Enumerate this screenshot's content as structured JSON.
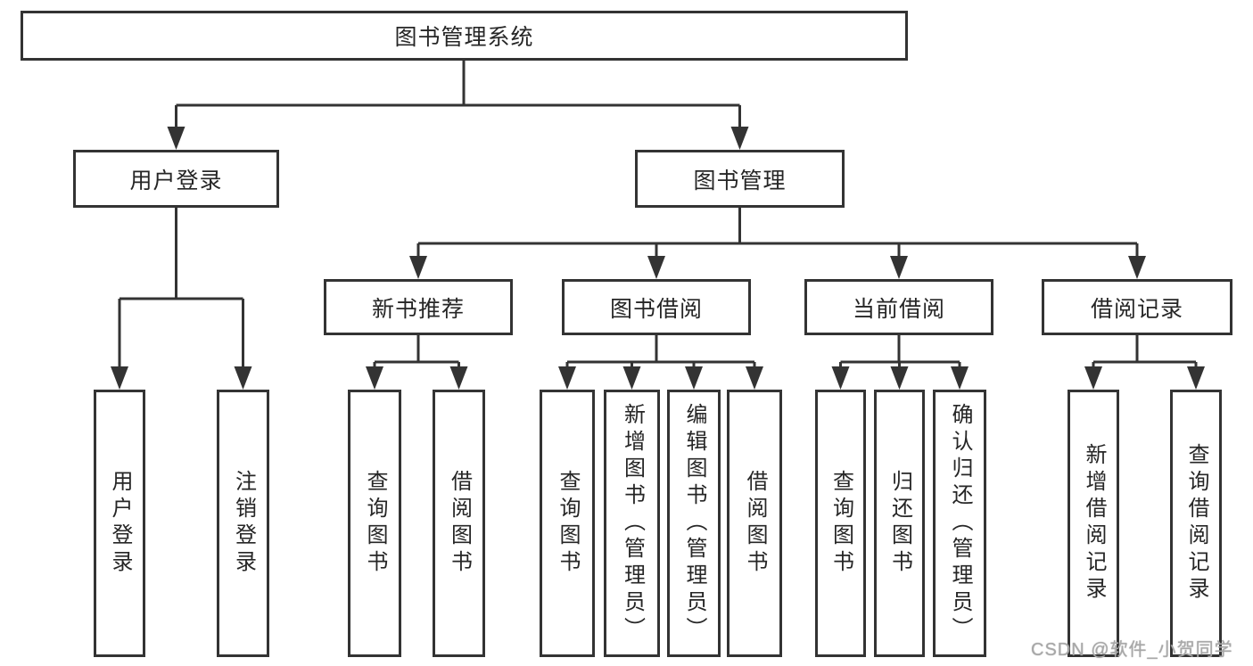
{
  "tree": {
    "root": "图书管理系统",
    "branches": [
      {
        "label": "用户登录",
        "children": [
          "用户登录",
          "注销登录"
        ]
      },
      {
        "label": "图书管理",
        "groups": [
          {
            "label": "新书推荐",
            "children": [
              "查询图书",
              "借阅图书"
            ]
          },
          {
            "label": "图书借阅",
            "children": [
              "查询图书",
              "新增图书（管理员）",
              "编辑图书（管理员）",
              "借阅图书"
            ]
          },
          {
            "label": "当前借阅",
            "children": [
              "查询图书",
              "归还图书",
              "确认归还（管理员）"
            ]
          },
          {
            "label": "借阅记录",
            "children": [
              "新增借阅记录",
              "查询借阅记录"
            ]
          }
        ]
      }
    ]
  },
  "watermark": "CSDN @软件_小贺同学",
  "colors": {
    "line": "#333333",
    "box_border": "#333333",
    "text": "#262626",
    "watermark": "#a8a8a8",
    "background": "#ffffff"
  }
}
